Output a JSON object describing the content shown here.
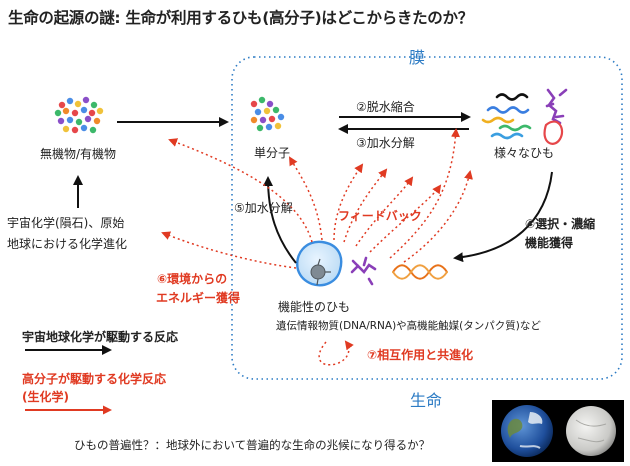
{
  "title": "生命の起源の謎: 生命が利用するひも(高分子)はどこからきたのか？",
  "membrane_label": "膜",
  "life_label": "生命",
  "nodes": {
    "inorganic": "無機物/有機物",
    "monomer": "単分子",
    "strings": "様々なひも",
    "functional": "機能性のひも",
    "functional_sub": "遺伝情報物質(DNA/RNA)や高機能触媒(タンパク質)など",
    "cosmic_line1": "宇宙化学(隕石)、原始",
    "cosmic_line2": "地球における化学進化"
  },
  "processes": {
    "dehydration": "②脱水縮合",
    "hydrolysis_top": "③加水分解",
    "hydrolysis_left": "⑤加水分解",
    "selection_line1": "④選択・濃縮",
    "selection_line2": "機能獲得",
    "feedback": "フィードバック",
    "energy_line1": "⑥環境からの",
    "energy_line2": "エネルギー獲得",
    "coevolution": "⑦相互作用と共進化"
  },
  "legend": {
    "black_label": "宇宙地球化学が駆動する反応",
    "red_line1": "高分子が駆動する化学反応",
    "red_line2": "(生化学)"
  },
  "footer": "ひもの普遍性？：地球外において普遍的な生命の兆候になり得るか？",
  "colors": {
    "feedback_red": "#e03a22",
    "membrane_blue": "#2c7bc4",
    "arrow_black": "#111111"
  }
}
